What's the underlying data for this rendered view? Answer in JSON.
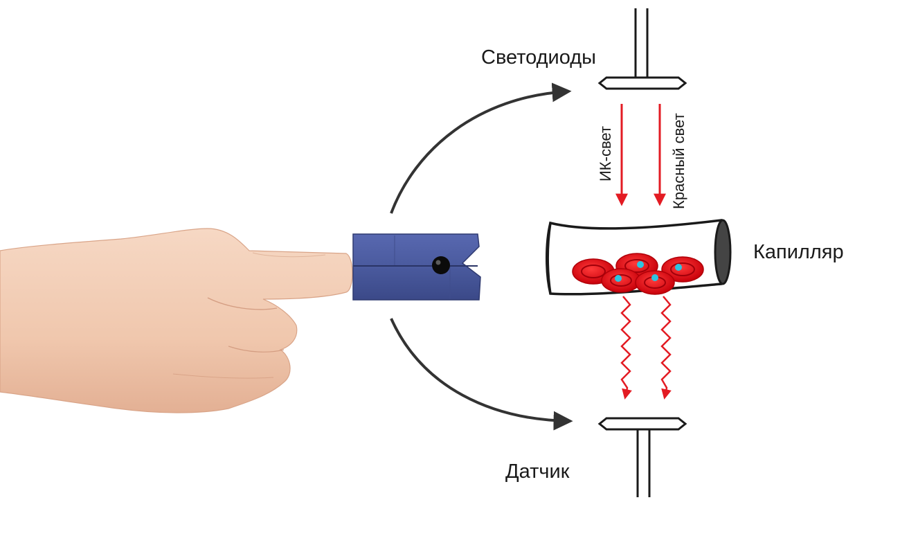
{
  "labels": {
    "leds": "Светодиоды",
    "ir_light": "ИК-свет",
    "red_light": "Красный свет",
    "capillary": "Капилляр",
    "sensor": "Датчик"
  },
  "icons": {
    "hand": "hand-finger-icon",
    "pulse_oximeter": "pulse-oximeter-icon",
    "led_emitter": "led-emitter-icon",
    "photodetector": "photodetector-icon",
    "capillary_tube": "capillary-tube-icon",
    "red_blood_cell": "red-blood-cell-icon"
  },
  "colors": {
    "arrow_dark": "#333333",
    "light_arrow": "#e31b23",
    "device_body": "#4a5a9e",
    "blood_cell": "#e30d14",
    "oxygen_dot": "#2ec4e0",
    "skin": "#f3cdb6"
  }
}
